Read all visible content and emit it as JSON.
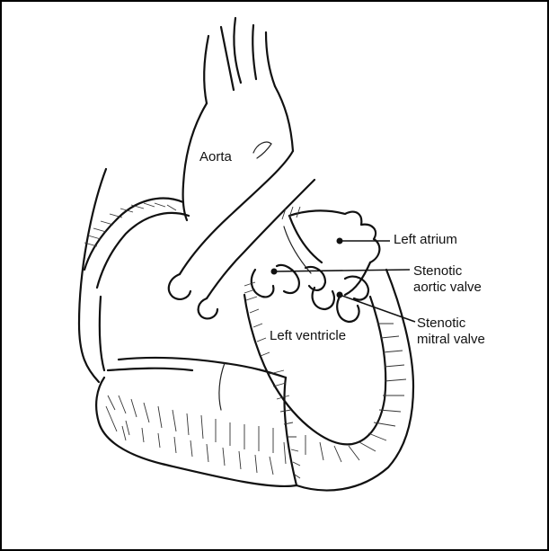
{
  "diagram": {
    "labels": {
      "aorta": "Aorta",
      "left_atrium": "Left atrium",
      "aortic_valve_line1": "Stenotic",
      "aortic_valve_line2": "aortic valve",
      "mitral_valve_line1": "Stenotic",
      "mitral_valve_line2": "mitral valve",
      "left_ventricle": "Left ventricle"
    }
  }
}
